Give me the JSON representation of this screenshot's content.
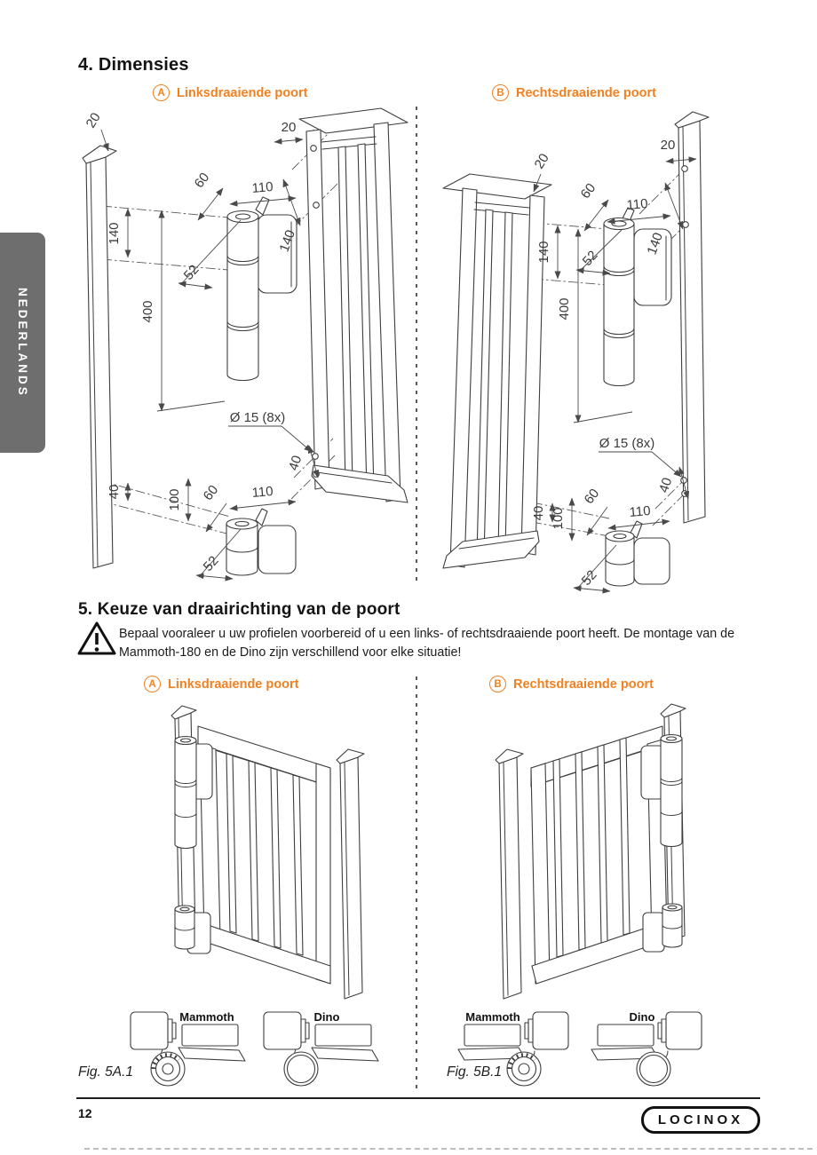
{
  "sidebar": {
    "tab_label": "NEDERLANDS"
  },
  "section4": {
    "title": "4. Dimensies",
    "variant_a": {
      "letter": "A",
      "label": "Linksdraaiende poort"
    },
    "variant_b": {
      "letter": "B",
      "label": "Rechtsdraaiende poort"
    }
  },
  "dims": {
    "w20": "20",
    "w40": "40",
    "w52": "52",
    "w60": "60",
    "w100": "100",
    "w110": "110",
    "w140": "140",
    "w400": "400",
    "dia15": "Ø 15 (8x)"
  },
  "section5": {
    "title": "5. Keuze van draairichting van de poort",
    "warning_line1": "Bepaal vooraleer u uw profielen voorbereid of u een links- of rechtsdraaiende poort heeft. De montage van de",
    "warning_line2": "Mammoth-180 en de Dino zijn verschillend voor elke situatie!",
    "variant_a": {
      "letter": "A",
      "label": "Linksdraaiende poort",
      "fig_caption": "Fig. 5A.1"
    },
    "variant_b": {
      "letter": "B",
      "label": "Rechtsdraaiende poort",
      "fig_caption": "Fig. 5B.1"
    },
    "hinge_mammoth": "Mammoth",
    "hinge_dino": "Dino"
  },
  "footer": {
    "page_number": "12",
    "logo_text": "LOCINOX"
  },
  "colors": {
    "accent": "#F08122",
    "tab_bg": "#6E6E6E",
    "line": "#3E3E3E"
  }
}
